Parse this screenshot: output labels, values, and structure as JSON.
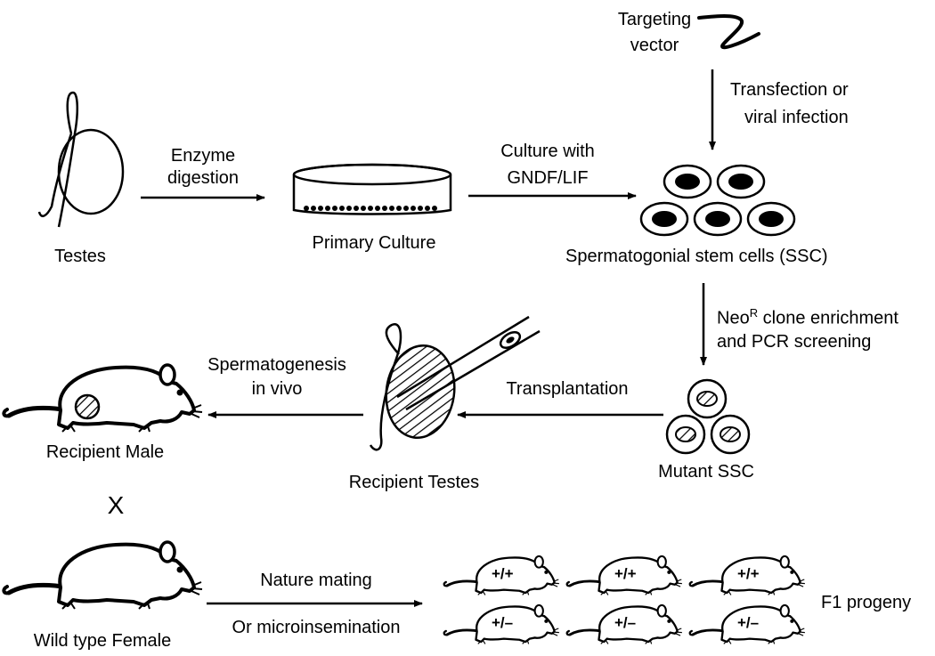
{
  "labels": {
    "testes": "Testes",
    "enzyme_1": "Enzyme",
    "enzyme_2": "digestion",
    "primary_culture": "Primary Culture",
    "culture_1": "Culture with",
    "culture_2": "GNDF/LIF",
    "targeting_1": "Targeting",
    "targeting_2": "vector",
    "transfection_1": "Transfection  or",
    "transfection_2": "viral infection",
    "ssc": "Spermatogonial stem cells (SSC)",
    "neo_base": "Neo",
    "neo_sup": "R",
    "neo_rest": " clone enrichment",
    "pcr": "and PCR screening",
    "mutant_ssc": "Mutant SSC",
    "transplantation": "Transplantation",
    "recipient_testes": "Recipient Testes",
    "sperm_1": "Spermatogenesis",
    "sperm_2": "in vivo",
    "recipient_male": "Recipient Male",
    "cross": "X",
    "wild_type_female": "Wild type Female",
    "mating_1": "Nature mating",
    "mating_2": "Or microinsemination",
    "f1": "F1 progeny"
  },
  "progeny_genotypes": [
    "+/+",
    "+/+",
    "+/+",
    "+/–",
    "+/–",
    "+/–"
  ]
}
